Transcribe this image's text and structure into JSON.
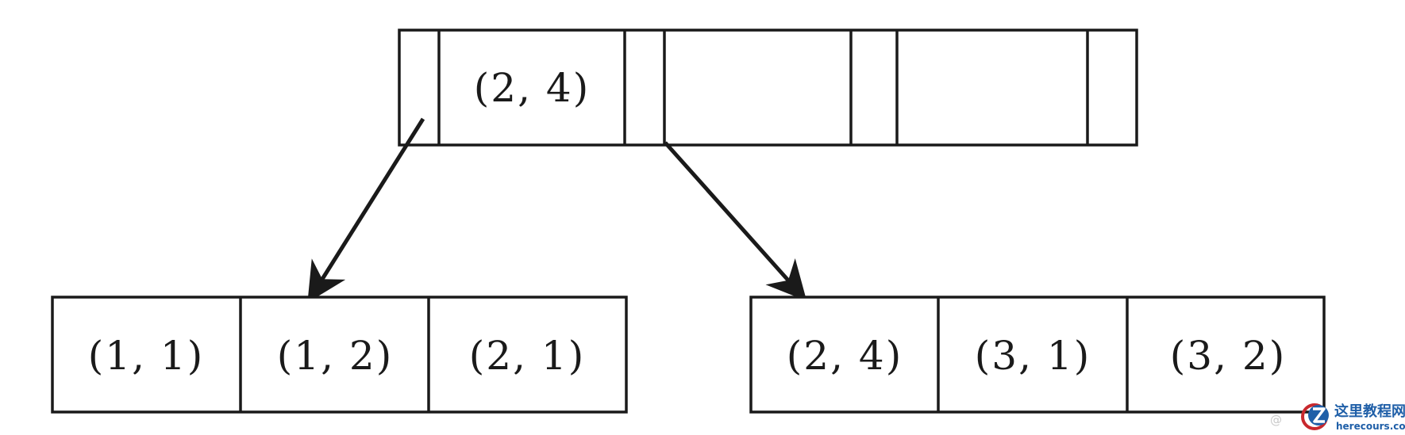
{
  "root_node": {
    "key": "(2, 4)"
  },
  "left_leaf": {
    "keys": [
      "(1, 1)",
      "(1, 2)",
      "(2, 1)"
    ]
  },
  "right_leaf": {
    "keys": [
      "(2, 4)",
      "(3, 1)",
      "(3, 2)"
    ]
  },
  "watermark": {
    "prefix": "@",
    "site_name": "这里教程网",
    "site_url": "herecours.com",
    "accent_color": "#1f5fa8",
    "logo_red": "#c8282d"
  }
}
